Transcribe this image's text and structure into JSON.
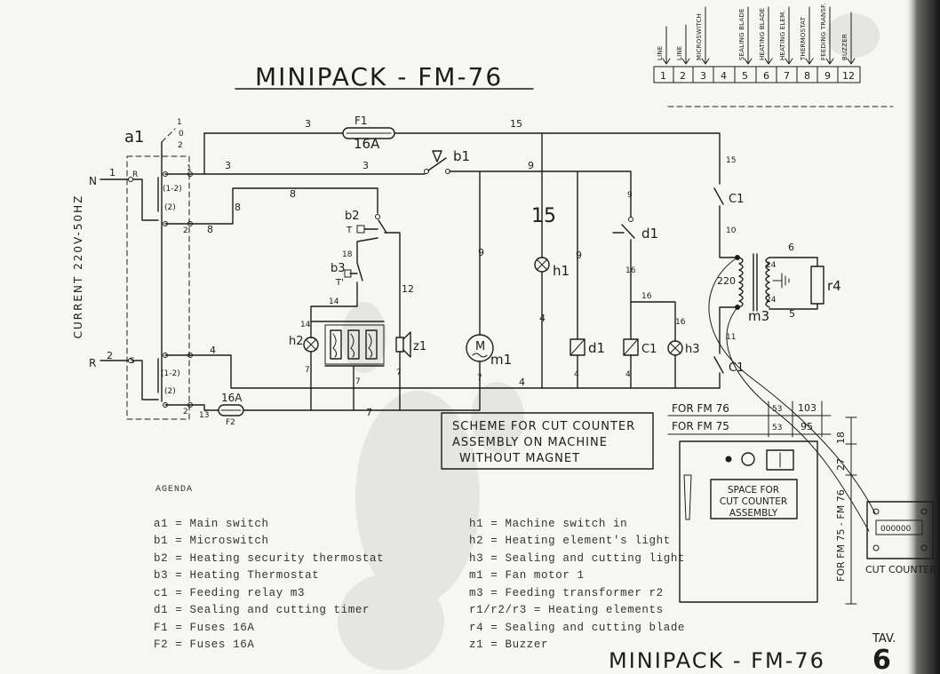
{
  "title": "MINIPACK - FM-76",
  "footer": {
    "title": "MINIPACK - FM-76",
    "tav_label": "TAV.",
    "tav_number": "6"
  },
  "terminal_strip": {
    "numbers": [
      "1",
      "2",
      "3",
      "4",
      "5",
      "6",
      "7",
      "8",
      "9",
      "12"
    ],
    "labels": [
      "LINE",
      "LINE",
      "MICROSWITCH",
      "SEALING BLADE",
      "HEATING BLADE",
      "HEATING ELEM.",
      "THERMOSTAT",
      "FEEDING TRANSF.",
      "BUZZER"
    ]
  },
  "supply": {
    "label": "CURRENT 220V-50HZ",
    "n": "N",
    "n_wire": "1",
    "n_term": "R",
    "r": "R",
    "r_wire": "2",
    "r_term": "S"
  },
  "main_switch": {
    "label": "a1",
    "positions": [
      "1",
      "0",
      "2"
    ],
    "contacts": [
      "(1-2)",
      "(2)",
      "(1-2)",
      "(2)"
    ],
    "terminals": [
      "1",
      "2",
      "2"
    ]
  },
  "wires": [
    "3",
    "15",
    "3",
    "3",
    "9",
    "8",
    "8",
    "8",
    "18",
    "12",
    "14",
    "14",
    "7",
    "7",
    "7",
    "9",
    "7",
    "4",
    "4",
    "13",
    "7",
    "4",
    "9",
    "4",
    "9",
    "16",
    "16",
    "16",
    "4",
    "15",
    "10",
    "6",
    "5",
    "11"
  ],
  "big_label": "15",
  "transformer": {
    "primary": "220",
    "secondary_top": "24",
    "secondary_bottom": "24"
  },
  "components": {
    "F1": "F1",
    "F1_rating": "16A",
    "F2": "F2",
    "F2_rating": "16A",
    "b1": "b1",
    "b2": "b2",
    "b2_t": "T",
    "b3": "b3",
    "b3_t": "T'",
    "h1": "h1",
    "h2": "h2",
    "h3": "h3",
    "z1": "z1",
    "m1": "m1",
    "motor_symbol": "M",
    "d1_contact": "d1",
    "d1_coil": "d1",
    "c1_contact_top": "C1",
    "c1_coil": "C1",
    "c1_contact_bottom": "C1",
    "r4": "r4",
    "m3": "m3"
  },
  "cut_counter_scheme": {
    "lines": [
      "SCHEME FOR CUT COUNTER",
      "ASSEMBLY ON MACHINE",
      "WITHOUT MAGNET"
    ]
  },
  "dimensions": {
    "rows": [
      {
        "label": "FOR FM 76",
        "a": "53",
        "b": "103"
      },
      {
        "label": "FOR FM 75",
        "a": "53",
        "b": "95"
      }
    ],
    "vertical_label": "FOR FM 75 - FM 76",
    "v1": "27",
    "v2": "18"
  },
  "space_box": {
    "lines": [
      "SPACE FOR",
      "CUT COUNTER",
      "ASSEMBLY"
    ]
  },
  "counter": {
    "display": "000000",
    "label": "CUT COUNTER"
  },
  "legend": {
    "title": "AGENDA",
    "left": [
      "a1 = Main switch",
      "b1 = Microswitch",
      "b2 = Heating security thermostat",
      "b3 = Heating Thermostat",
      "c1 = Feeding relay m3",
      "d1 = Sealing and cutting timer",
      "F1 = Fuses 16A",
      "F2 = Fuses 16A"
    ],
    "right": [
      "h1 = Machine switch in",
      "h2 = Heating element's light",
      "h3 = Sealing and cutting light",
      "m1 = Fan motor 1",
      "m3 = Feeding transformer r2",
      "r1/r2/r3 = Heating elements",
      "r4 = Sealing and cutting blade",
      "z1 = Buzzer"
    ]
  }
}
